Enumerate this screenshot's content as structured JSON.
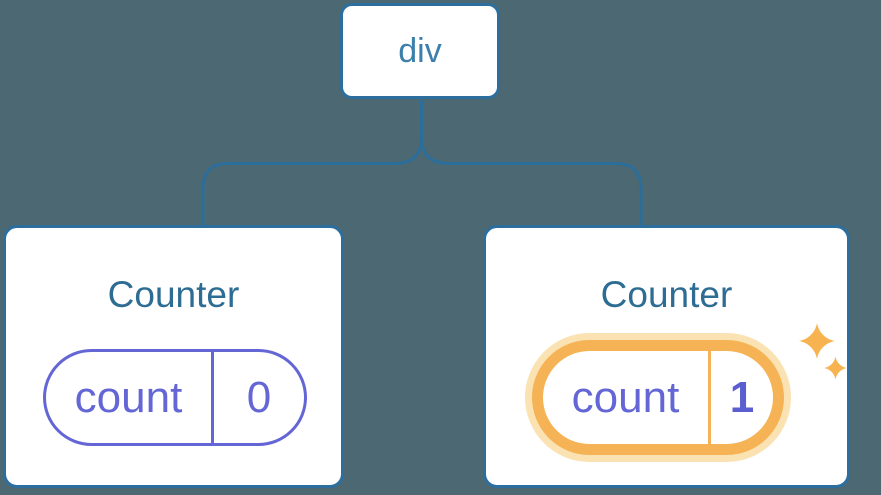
{
  "tree": {
    "root": {
      "label": "div"
    },
    "children": [
      {
        "title": "Counter",
        "state_key": "count",
        "state_value": "0",
        "highlighted": false
      },
      {
        "title": "Counter",
        "state_key": "count",
        "state_value": "1",
        "highlighted": true
      }
    ]
  },
  "icons": {
    "sparkles": "sparkles-icon"
  },
  "colors": {
    "background": "#4C6872",
    "card_background": "#FFFFFF",
    "node_border_blue": "#2C6F9E",
    "connector_line_blue": "#2B6E9B",
    "root_label_text": "#3D7FAC",
    "counter_title_text": "#2D6C93",
    "state_purple": "#6366D4",
    "state_value_bold_purple": "#5A5ED0",
    "highlight_orange": "#F6B355",
    "highlight_glow_orange": "#FAE2B3"
  }
}
